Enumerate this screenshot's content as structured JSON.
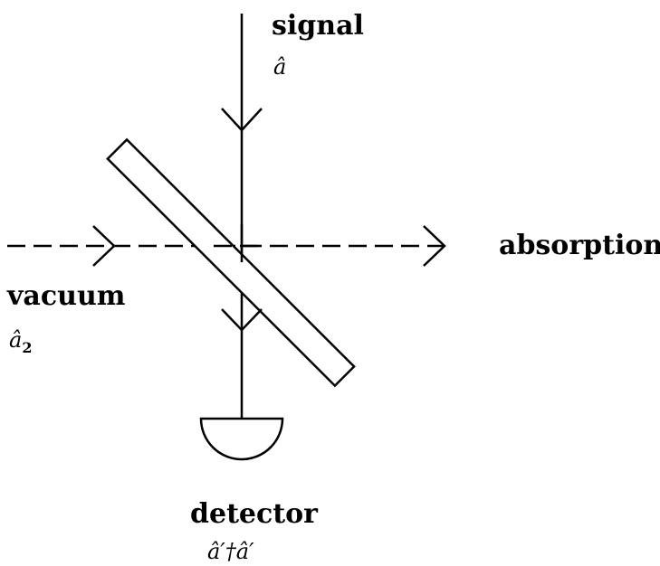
{
  "labels": {
    "signal": "signal",
    "signal_op": "â",
    "vacuum": "vacuum",
    "vacuum_op": "â",
    "vacuum_op_sub": "2",
    "absorption": "absorption",
    "detector": "detector",
    "detector_op": "â′†â′"
  },
  "colors": {
    "ink": "#000000",
    "background": "#ffffff"
  }
}
